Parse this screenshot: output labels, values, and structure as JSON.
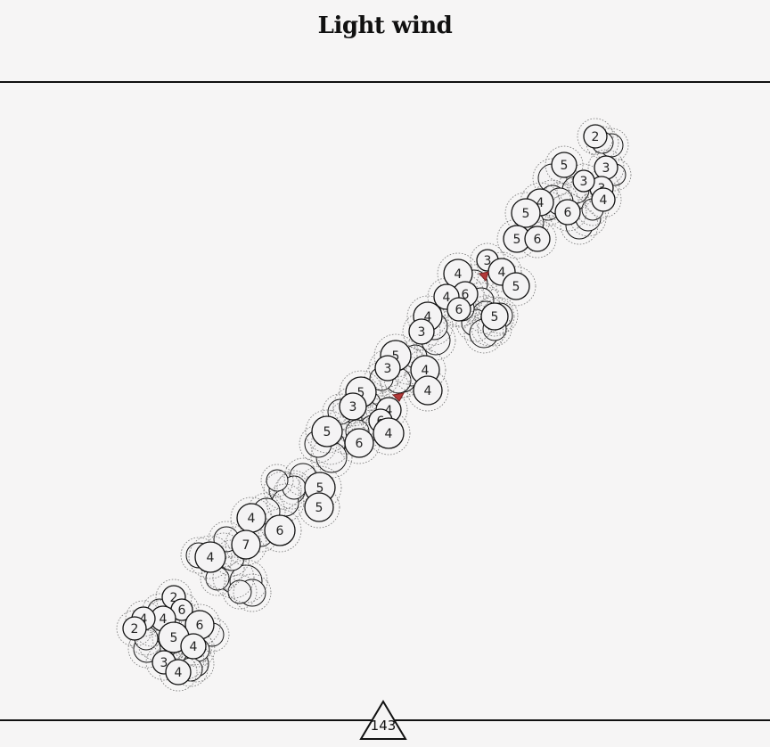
{
  "title": "Light wind",
  "marker": {
    "label": "143"
  },
  "colors": {
    "background": "#f6f5f5",
    "line": "#111111",
    "circle_fill": "#f4f3f4",
    "ring": "#777777",
    "accent": "#b33a3a"
  },
  "circles": [
    {
      "label": "2"
    },
    {
      "label": "3"
    },
    {
      "label": "3"
    },
    {
      "label": "5"
    },
    {
      "label": "3"
    },
    {
      "label": "4"
    },
    {
      "label": "6"
    },
    {
      "label": "4"
    },
    {
      "label": "5"
    },
    {
      "label": "5"
    },
    {
      "label": "6"
    },
    {
      "label": "3"
    },
    {
      "label": "4"
    },
    {
      "label": "5"
    },
    {
      "label": "4"
    },
    {
      "label": "6"
    },
    {
      "label": "4"
    },
    {
      "label": "6"
    },
    {
      "label": "4"
    },
    {
      "label": "3"
    },
    {
      "label": "5"
    },
    {
      "label": "4"
    },
    {
      "label": "4"
    },
    {
      "label": "5"
    },
    {
      "label": "3"
    },
    {
      "label": "4"
    },
    {
      "label": "6"
    },
    {
      "label": "4"
    },
    {
      "label": "5"
    },
    {
      "label": "3"
    },
    {
      "label": "6"
    },
    {
      "label": "5"
    },
    {
      "label": "5"
    },
    {
      "label": "5"
    },
    {
      "label": "4"
    },
    {
      "label": "7"
    },
    {
      "label": "6"
    },
    {
      "label": "4"
    },
    {
      "label": "2"
    },
    {
      "label": "6"
    },
    {
      "label": "4"
    },
    {
      "label": "4"
    },
    {
      "label": "2"
    },
    {
      "label": "6"
    },
    {
      "label": "5"
    },
    {
      "label": "4"
    },
    {
      "label": "3"
    },
    {
      "label": "4"
    }
  ]
}
